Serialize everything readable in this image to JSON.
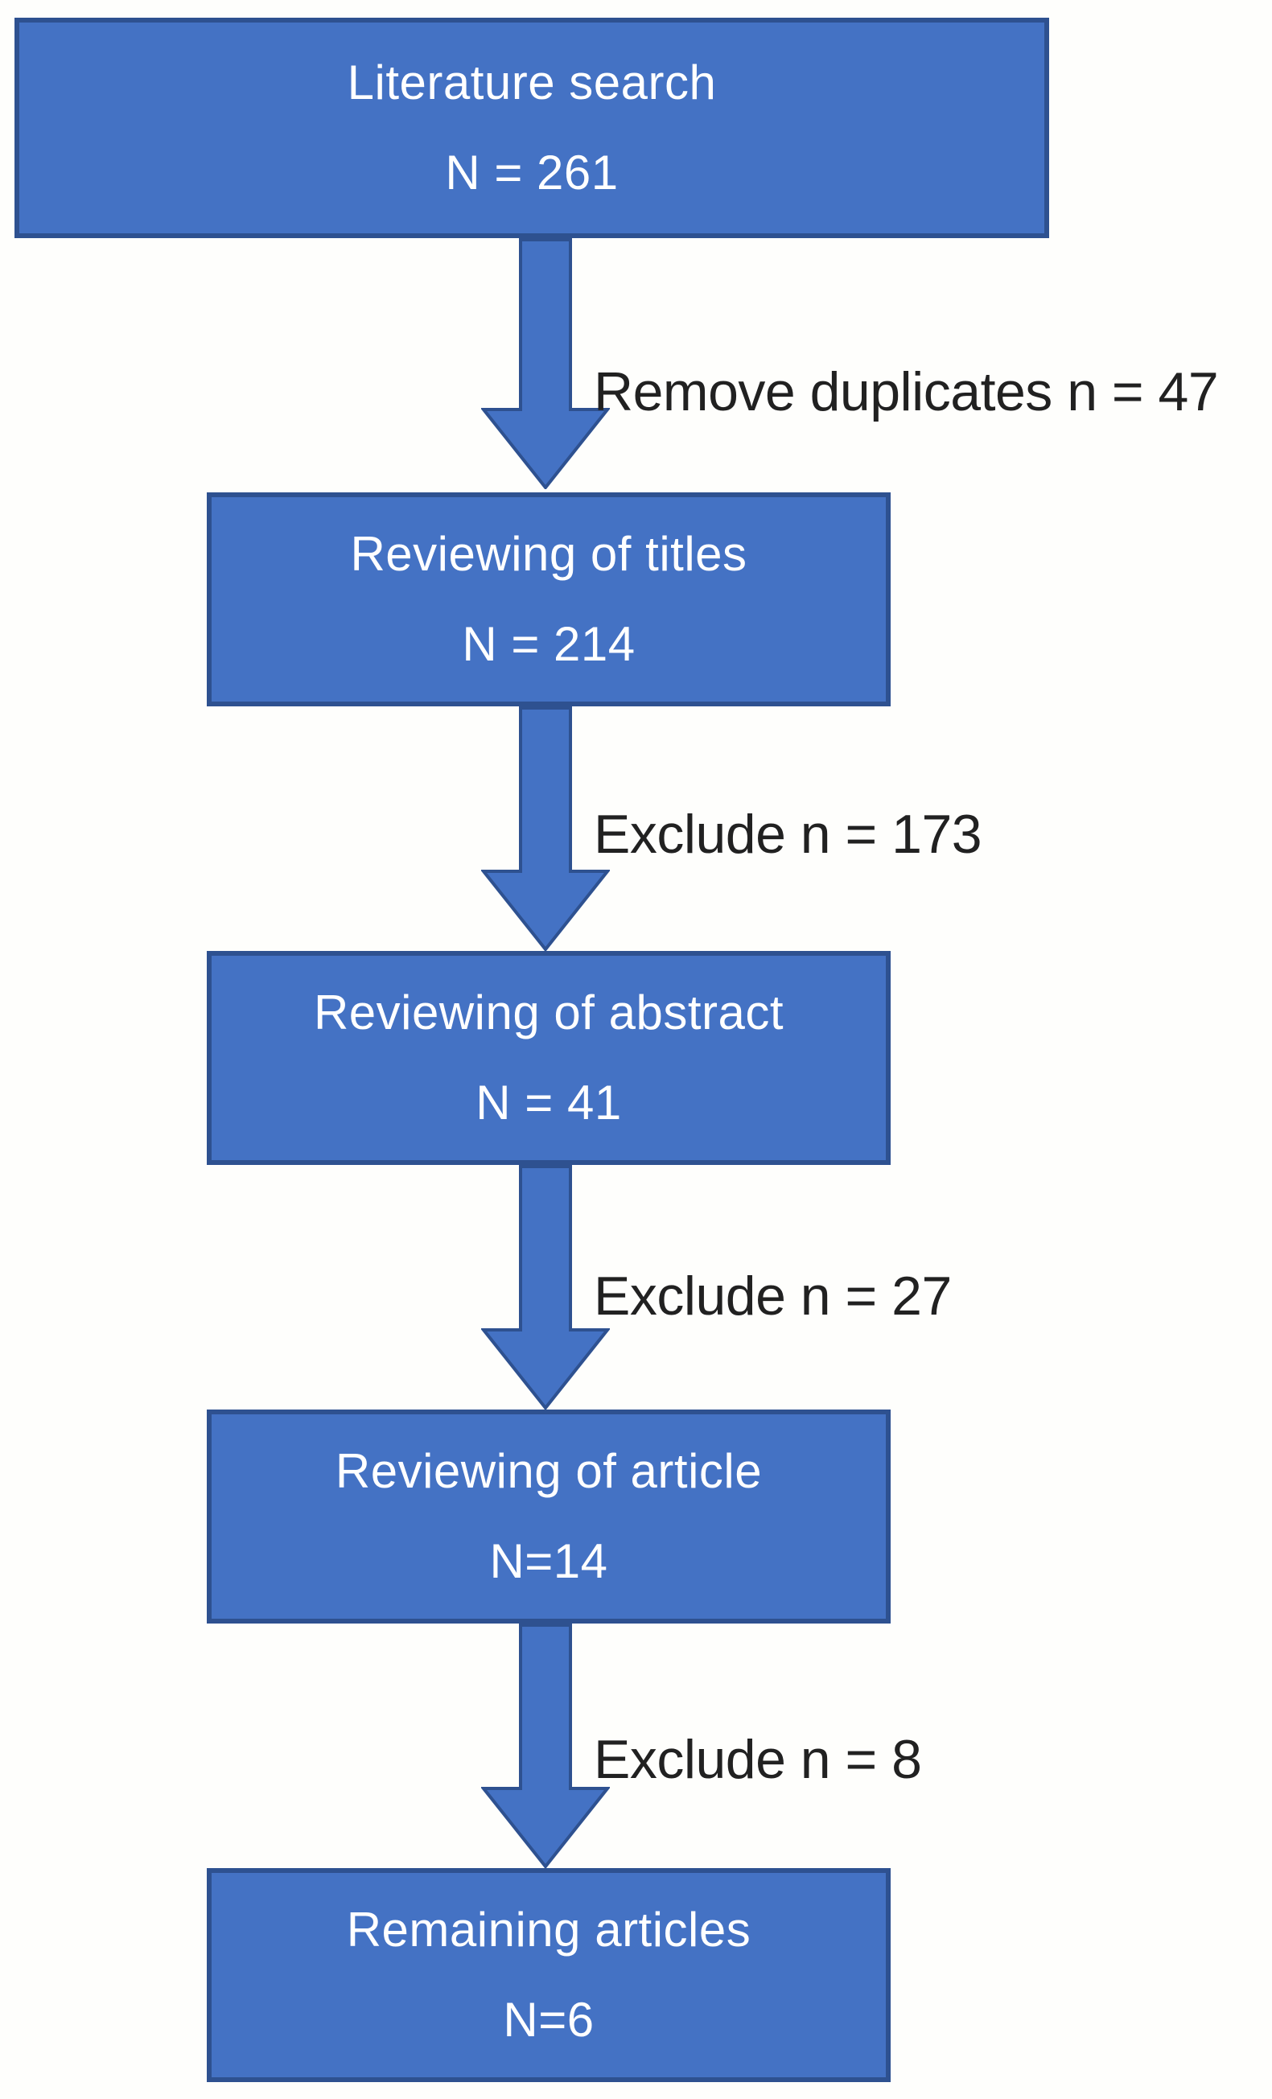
{
  "flowchart": {
    "boxes": [
      {
        "line1": "Literature search",
        "line2": "N = 261"
      },
      {
        "line1": "Reviewing of titles",
        "line2": "N = 214"
      },
      {
        "line1": "Reviewing of abstract",
        "line2": "N = 41"
      },
      {
        "line1": "Reviewing of article",
        "line2": "N=14"
      },
      {
        "line1": "Remaining articles",
        "line2": "N=6"
      }
    ],
    "arrow_labels": [
      "Remove duplicates n = 47",
      "Exclude n = 173",
      "Exclude n = 27",
      "Exclude n = 8"
    ],
    "colors": {
      "box_fill": "#4472c4",
      "box_border": "#2e5190",
      "box_text": "#ffffff",
      "label_text": "#212121",
      "background": "#fefefc"
    }
  }
}
